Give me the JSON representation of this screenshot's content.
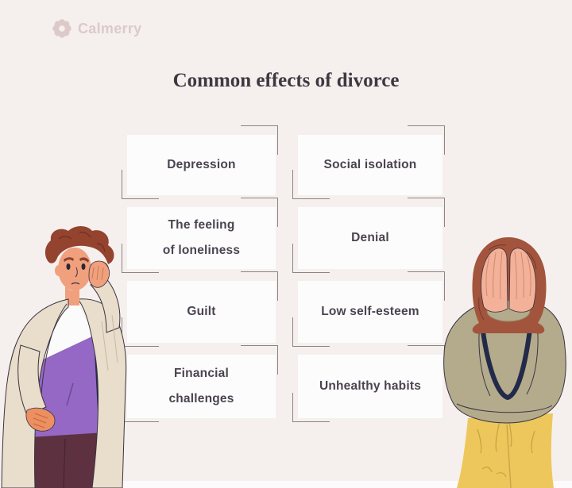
{
  "brand": {
    "name": "Calmerry",
    "icon": "gear-icon"
  },
  "title": "Common effects of divorce",
  "cards": {
    "list": [
      {
        "label": "Depression"
      },
      {
        "label": "Social isolation"
      },
      {
        "label": "The feeling\nof loneliness"
      },
      {
        "label": "Denial"
      },
      {
        "label": "Guilt"
      },
      {
        "label": "Low self-esteem"
      },
      {
        "label": "Financial\nchallenges"
      },
      {
        "label": "Unhealthy habits"
      }
    ]
  },
  "illustration": {
    "left": "man-scratching-head",
    "right": "woman-covering-face"
  },
  "palette": {
    "bg": "#f5f0ee",
    "strip": "#fcfafa",
    "card-bg": "#fdfcfc",
    "bracket": "#8a8483",
    "title": "#3f3842",
    "card-text": "#4a4450",
    "logo": "#dccac9",
    "outline": "#3a3440",
    "man-hair": "#94432f",
    "man-skin": "#f0a07d",
    "man-hand": "#ec8f63",
    "man-jacket": "#e9ddcb",
    "man-shirt": "#9468c4",
    "man-tee": "#fbfbfb",
    "man-pants": "#5d3140",
    "shadow-navy": "#232a49",
    "woman-hair": "#a3543d",
    "woman-skin": "#f2b198",
    "woman-sweater": "#b3ab8c",
    "woman-pants": "#edc75b"
  }
}
